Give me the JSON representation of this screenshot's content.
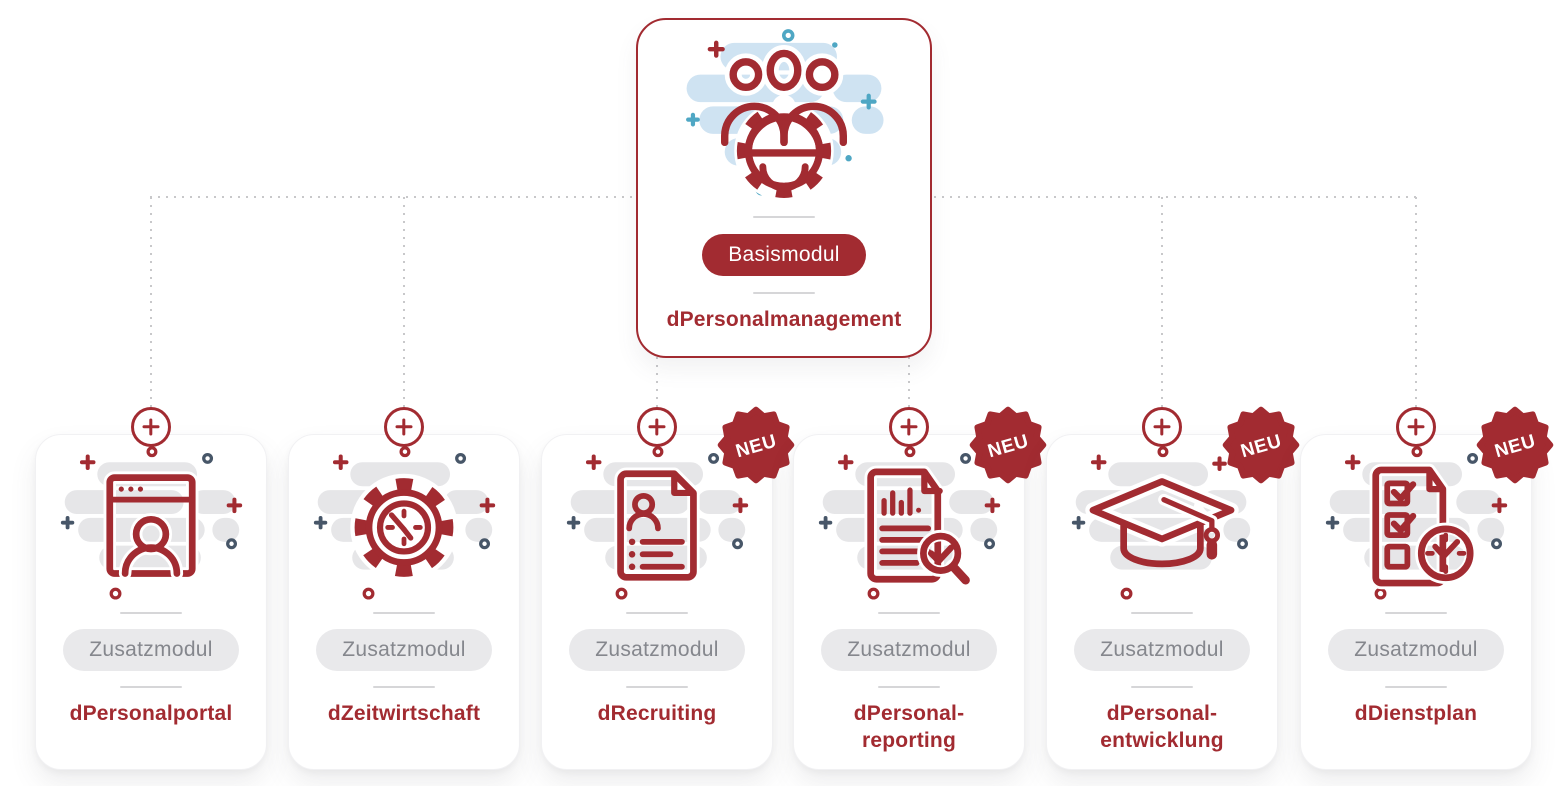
{
  "labels": {
    "addon_badge": "Zusatzmodul",
    "new_badge": "NEU"
  },
  "root_module": {
    "badge_label": "Basismodul",
    "title": "dPersonalmanagement",
    "icon": "team-gear-icon"
  },
  "modules": [
    {
      "title": "dPersonalportal",
      "badge": "Zusatzmodul",
      "icon": "browser-user-icon",
      "is_new": false
    },
    {
      "title": "dZeitwirtschaft",
      "badge": "Zusatzmodul",
      "icon": "gear-clock-icon",
      "is_new": false
    },
    {
      "title": "dRecruiting",
      "badge": "Zusatzmodul",
      "icon": "cv-document-icon",
      "is_new": true
    },
    {
      "title": "dPersonal-\nreporting",
      "badge": "Zusatzmodul",
      "icon": "report-magnifier-icon",
      "is_new": true
    },
    {
      "title": "dPersonal-\nentwicklung",
      "badge": "Zusatzmodul",
      "icon": "graduation-cap-icon",
      "is_new": true
    },
    {
      "title": "dDienstplan",
      "badge": "Zusatzmodul",
      "icon": "checklist-clock-icon",
      "is_new": true
    }
  ],
  "colors": {
    "accent_red": "#A22B31",
    "slate_deco": "#475668",
    "teal_deco": "#4FA7C4",
    "blue_blob": "#CFE3F2",
    "gray_blob": "#E6E6E8",
    "pill_bg": "#E9E9EB",
    "pill_text": "#85878D",
    "divider": "#D6D6D8",
    "connector_dots": "#C8C8CA"
  }
}
